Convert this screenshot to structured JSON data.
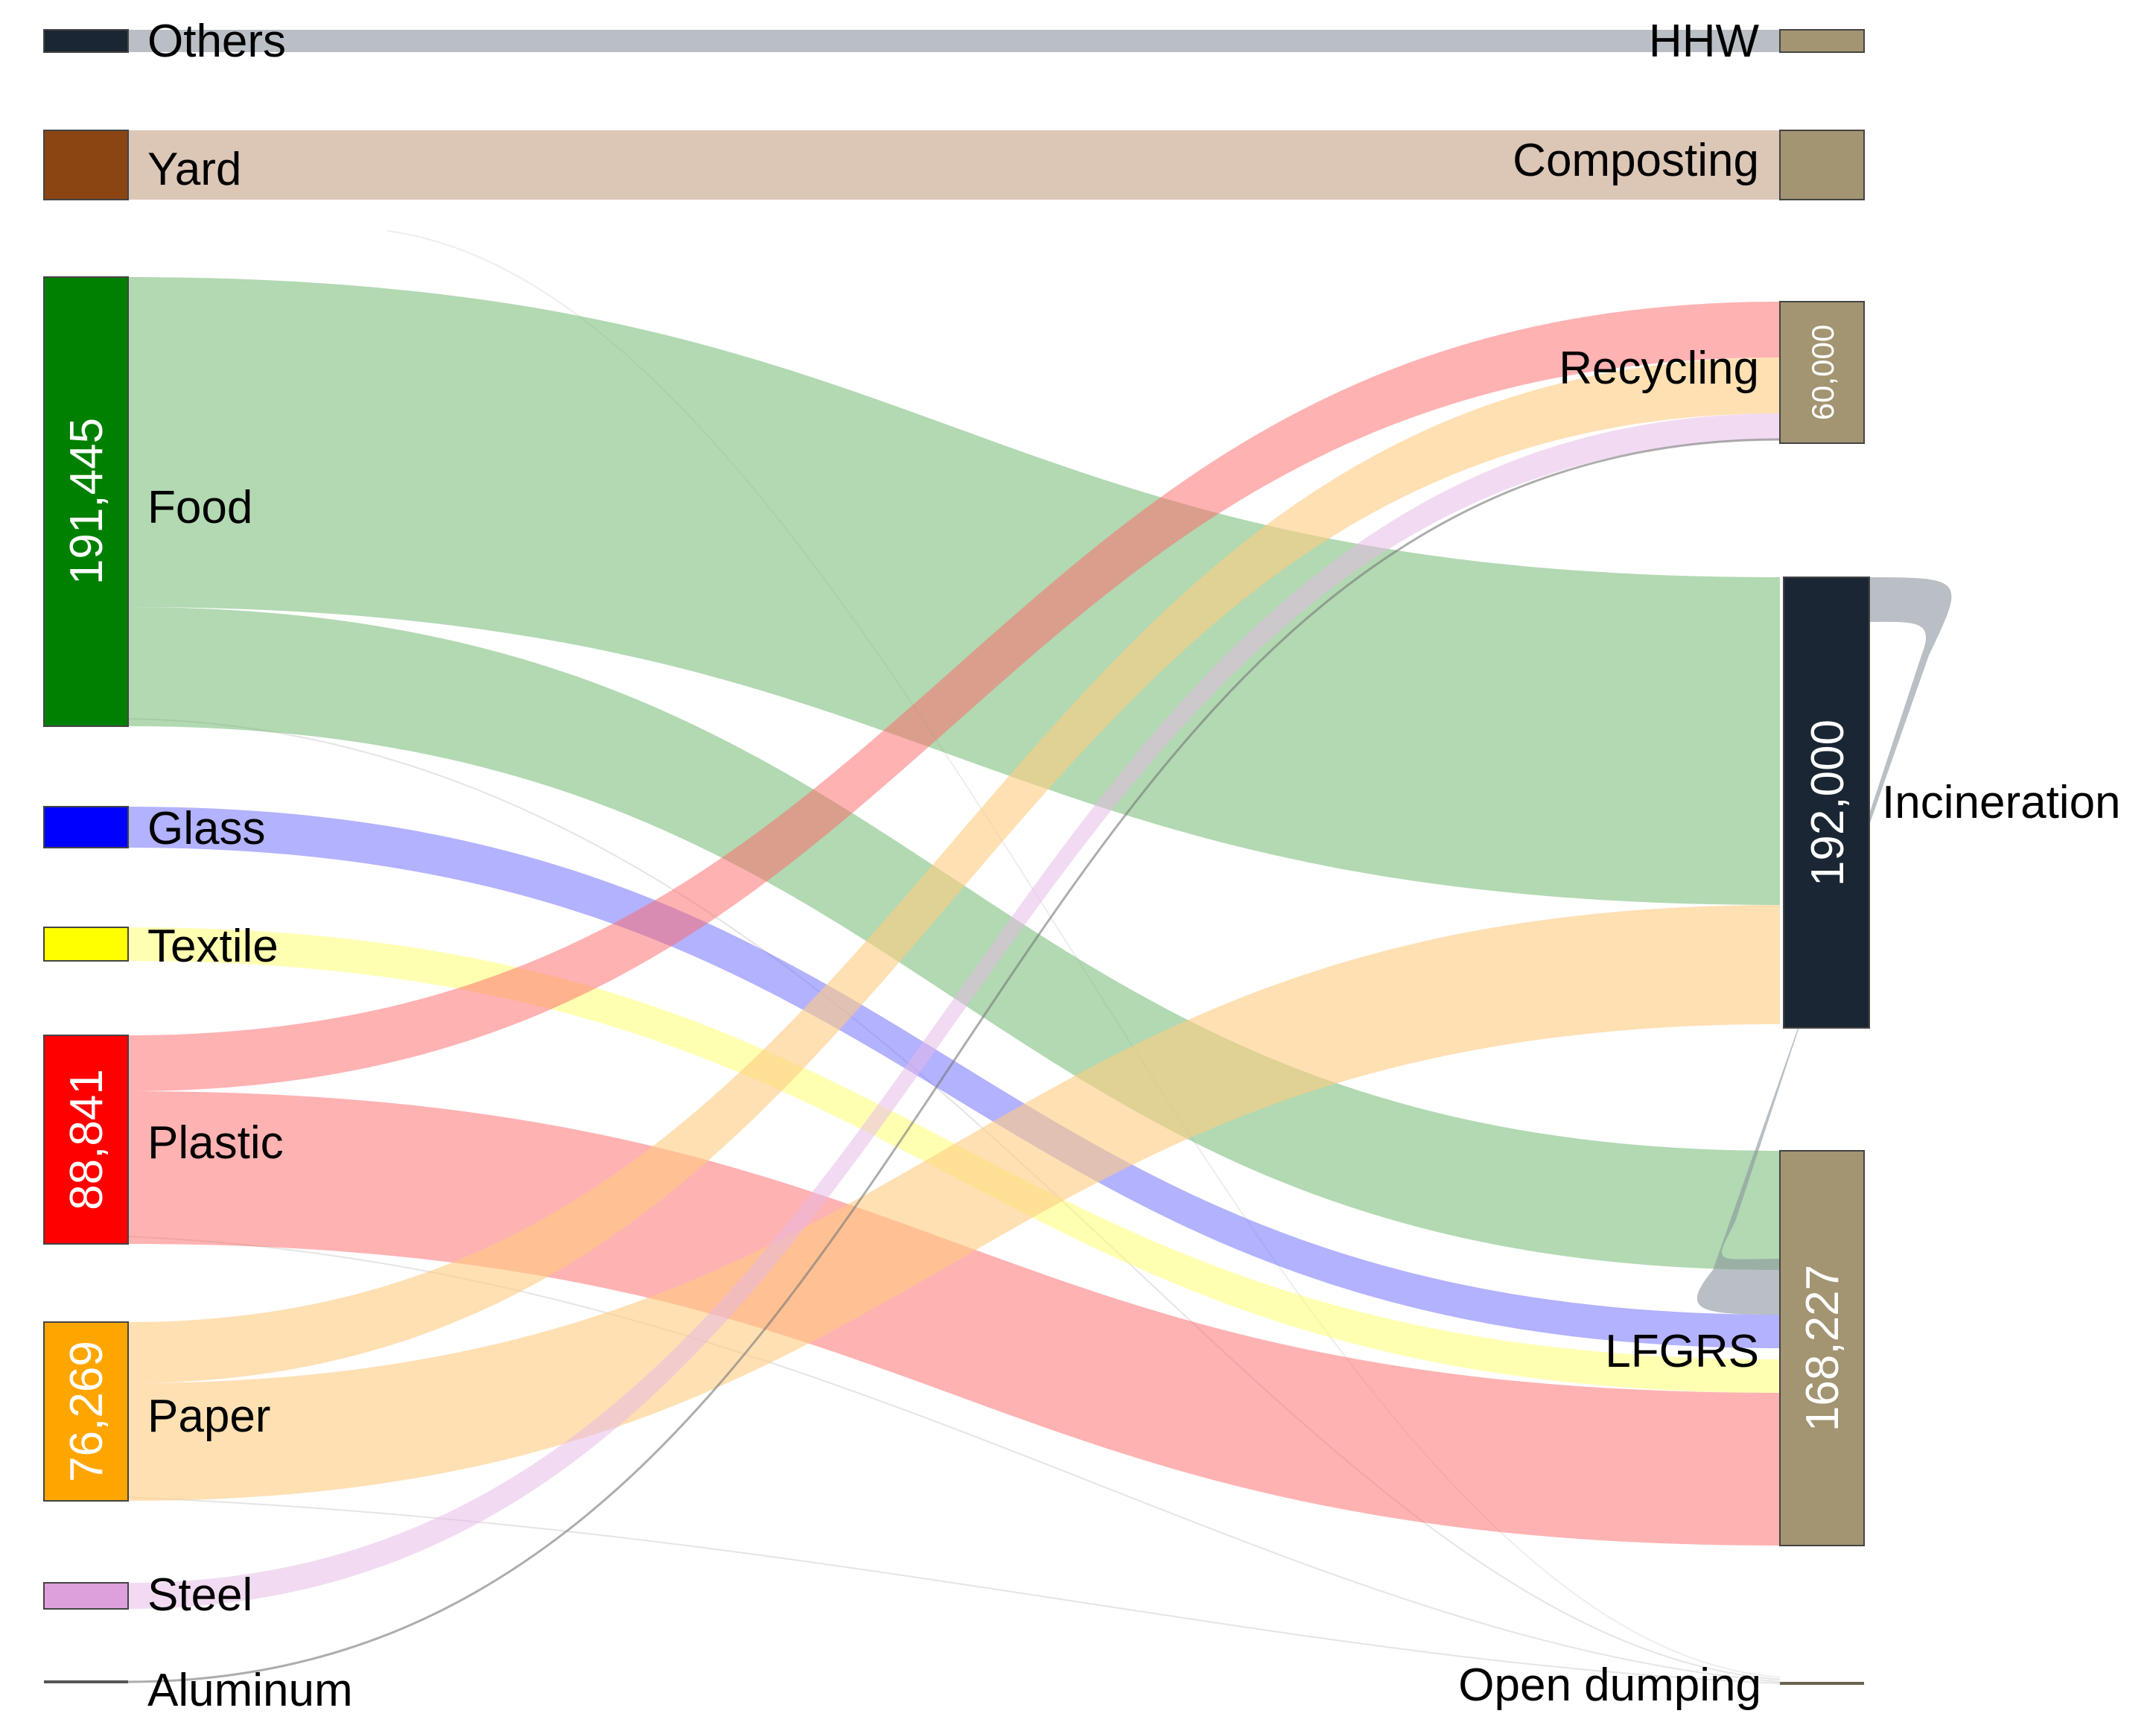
{
  "diagram": {
    "type": "sankey",
    "colors": {
      "Others": "#1a2633",
      "Yard": "#8b4513",
      "Food": "#008000",
      "Glass": "#0000ff",
      "Textile": "#ffff00",
      "Plastic": "#ff0000",
      "Paper": "#ffa500",
      "Steel": "#dda0dd",
      "Aluminum": "#555555",
      "HHW": "#a39472",
      "Composting": "#a39472",
      "Recycling": "#a39472",
      "Incineration": "#1a2633",
      "LFGRS": "#a39472",
      "Open dumping": "#6b6350"
    },
    "sources": [
      {
        "name": "Others",
        "label": "Others",
        "value_label": ""
      },
      {
        "name": "Yard",
        "label": "Yard",
        "value_label": ""
      },
      {
        "name": "Food",
        "label": "Food",
        "value_label": "191,445"
      },
      {
        "name": "Glass",
        "label": "Glass",
        "value_label": ""
      },
      {
        "name": "Textile",
        "label": "Textile",
        "value_label": ""
      },
      {
        "name": "Plastic",
        "label": "Plastic",
        "value_label": "88,841"
      },
      {
        "name": "Paper",
        "label": "Paper",
        "value_label": "76,269"
      },
      {
        "name": "Steel",
        "label": "Steel",
        "value_label": ""
      },
      {
        "name": "Aluminum",
        "label": "Aluminum",
        "value_label": ""
      }
    ],
    "targets": [
      {
        "name": "HHW",
        "label": "HHW",
        "value_label": ""
      },
      {
        "name": "Composting",
        "label": "Composting",
        "value_label": ""
      },
      {
        "name": "Recycling",
        "label": "Recycling",
        "value_label": "60,000"
      },
      {
        "name": "Incineration",
        "label": "Incineration",
        "value_label": "192,000"
      },
      {
        "name": "LFGRS",
        "label": "LFGRS",
        "value_label": "168,227"
      },
      {
        "name": "Open dumping",
        "label": "Open dumping",
        "value_label": ""
      }
    ],
    "flows": [
      {
        "from": "Others",
        "to": "HHW",
        "value": 4000
      },
      {
        "from": "Yard",
        "to": "Composting",
        "value": 28000
      },
      {
        "from": "Food",
        "to": "Incineration",
        "value": 140000
      },
      {
        "from": "Food",
        "to": "LFGRS",
        "value": 51445
      },
      {
        "from": "Glass",
        "to": "LFGRS",
        "value": 18000
      },
      {
        "from": "Textile",
        "to": "LFGRS",
        "value": 14000
      },
      {
        "from": "Plastic",
        "to": "Recycling",
        "value": 23000
      },
      {
        "from": "Plastic",
        "to": "LFGRS",
        "value": 65841
      },
      {
        "from": "Paper",
        "to": "Recycling",
        "value": 24000
      },
      {
        "from": "Paper",
        "to": "Incineration",
        "value": 52269
      },
      {
        "from": "Steel",
        "to": "Recycling",
        "value": 12000
      },
      {
        "from": "Aluminum",
        "to": "Recycling",
        "value": 1000
      },
      {
        "from": "Incineration",
        "to": "LFGRS",
        "value": 19000
      }
    ]
  }
}
